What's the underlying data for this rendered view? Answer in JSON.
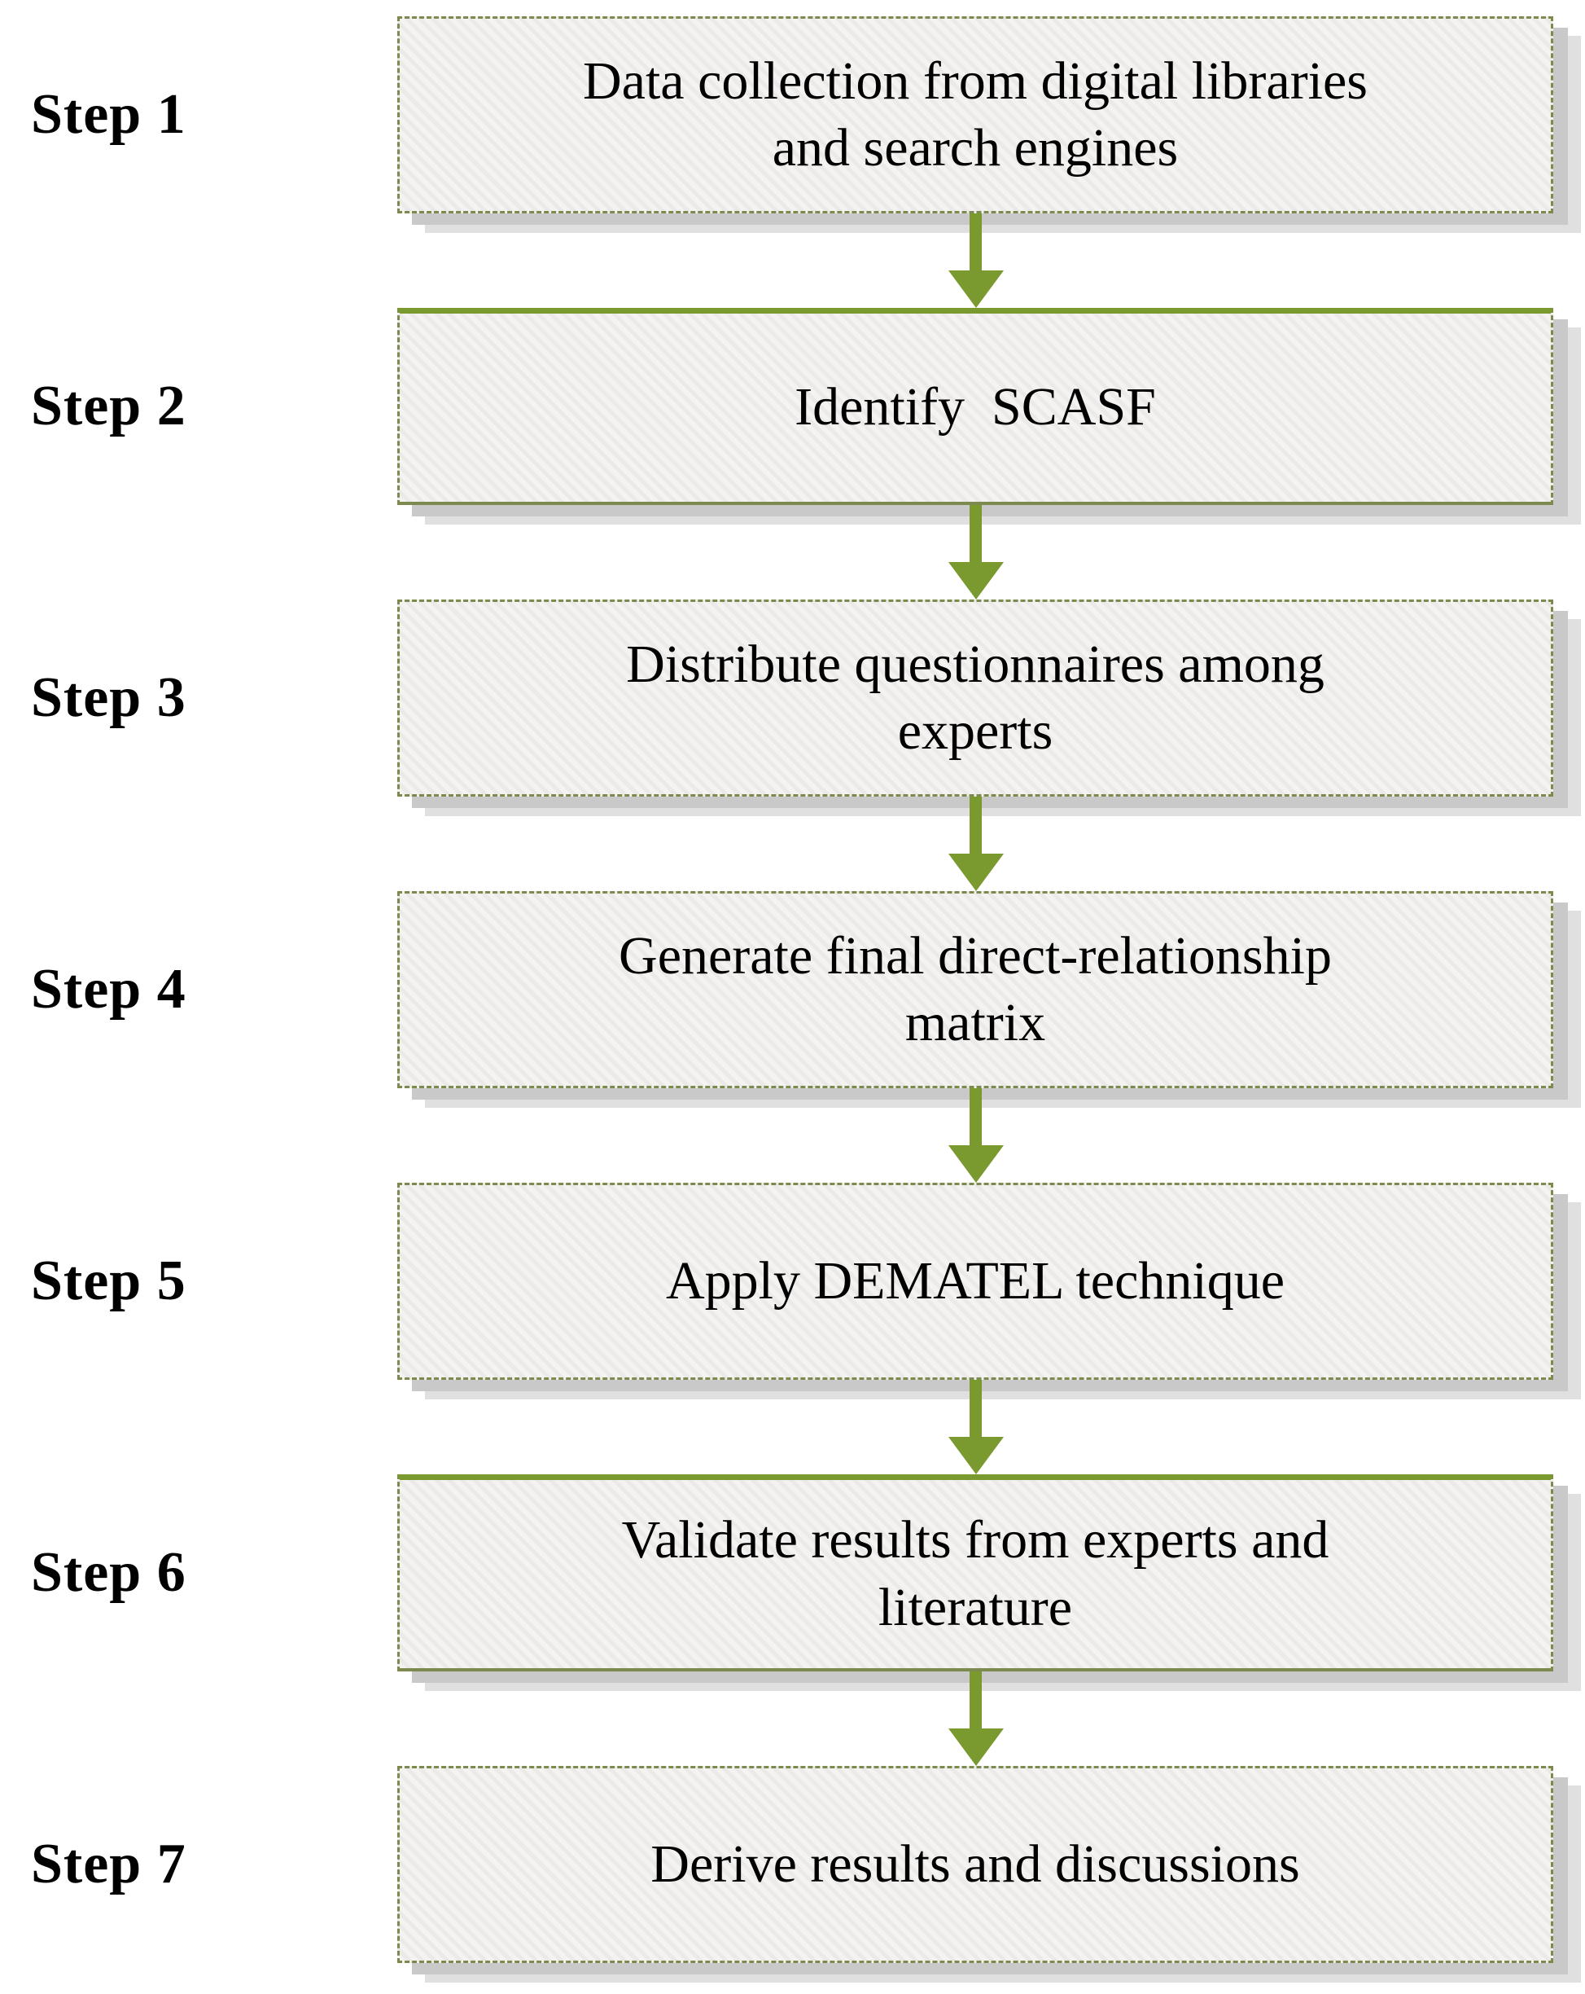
{
  "diagram": {
    "title": "DEMATEL research methodology flowchart",
    "steps": [
      {
        "label": "Step 1",
        "text": "Data collection from digital libraries\nand search engines"
      },
      {
        "label": "Step 2",
        "text": "Identify  SCASF"
      },
      {
        "label": "Step 3",
        "text": "Distribute questionnaires among\nexperts"
      },
      {
        "label": "Step 4",
        "text": "Generate final direct-relationship\nmatrix"
      },
      {
        "label": "Step 5",
        "text": "Apply DEMATEL technique"
      },
      {
        "label": "Step 6",
        "text": "Validate results from experts and\nliterature"
      },
      {
        "label": "Step 7",
        "text": "Derive results and discussions"
      }
    ],
    "connector_count": 6
  },
  "colors": {
    "arrow_green": "#7a9a2f",
    "border_olive": "#7d8a4d",
    "shadow_dark": "#c9c9c9",
    "shadow_light": "#e0e0e0",
    "stripe_light": "#f4f3f2",
    "stripe_dark": "#eceae8",
    "text_black": "#000000",
    "page_bg": "#ffffff"
  },
  "icons": {
    "connector": "down-arrow-icon"
  }
}
